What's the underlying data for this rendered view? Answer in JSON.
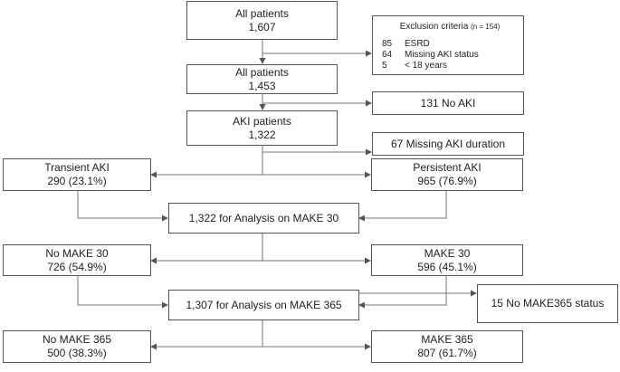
{
  "nodes": {
    "all_patients_1": {
      "line1": "All patients",
      "line2": "1,607"
    },
    "all_patients_2": {
      "line1": "All patients",
      "line2": "1,453"
    },
    "aki_patients": {
      "line1": "AKI patients",
      "line2": "1,322"
    },
    "no_aki": {
      "text": "131 No AKI"
    },
    "missing_duration": {
      "text": "67 Missing AKI duration"
    },
    "transient_aki": {
      "line1": "Transient AKI",
      "line2": "290 (23.1%)"
    },
    "persistent_aki": {
      "line1": "Persistent AKI",
      "line2": "965 (76.9%)"
    },
    "analysis_make30": {
      "text": "1,322 for Analysis on MAKE 30"
    },
    "no_make30": {
      "line1": "No MAKE 30",
      "line2": "726 (54.9%)"
    },
    "make30": {
      "line1": "MAKE 30",
      "line2": "596 (45.1%)"
    },
    "analysis_make365": {
      "text": "1,307 for Analysis on MAKE 365"
    },
    "no_make365_status": {
      "text": "15 No MAKE365 status"
    },
    "no_make365": {
      "line1": "No MAKE 365",
      "line2": "500 (38.3%)"
    },
    "make365": {
      "line1": "MAKE 365",
      "line2": "807 (61.7%)"
    }
  },
  "exclusion": {
    "title": "Exclusion criteria",
    "n_label": "(n = 154)",
    "items": [
      {
        "count": "85",
        "label": "ESRD"
      },
      {
        "count": "64",
        "label": "Missing AKI status"
      },
      {
        "count": "5",
        "label": "< 18 years"
      }
    ]
  }
}
